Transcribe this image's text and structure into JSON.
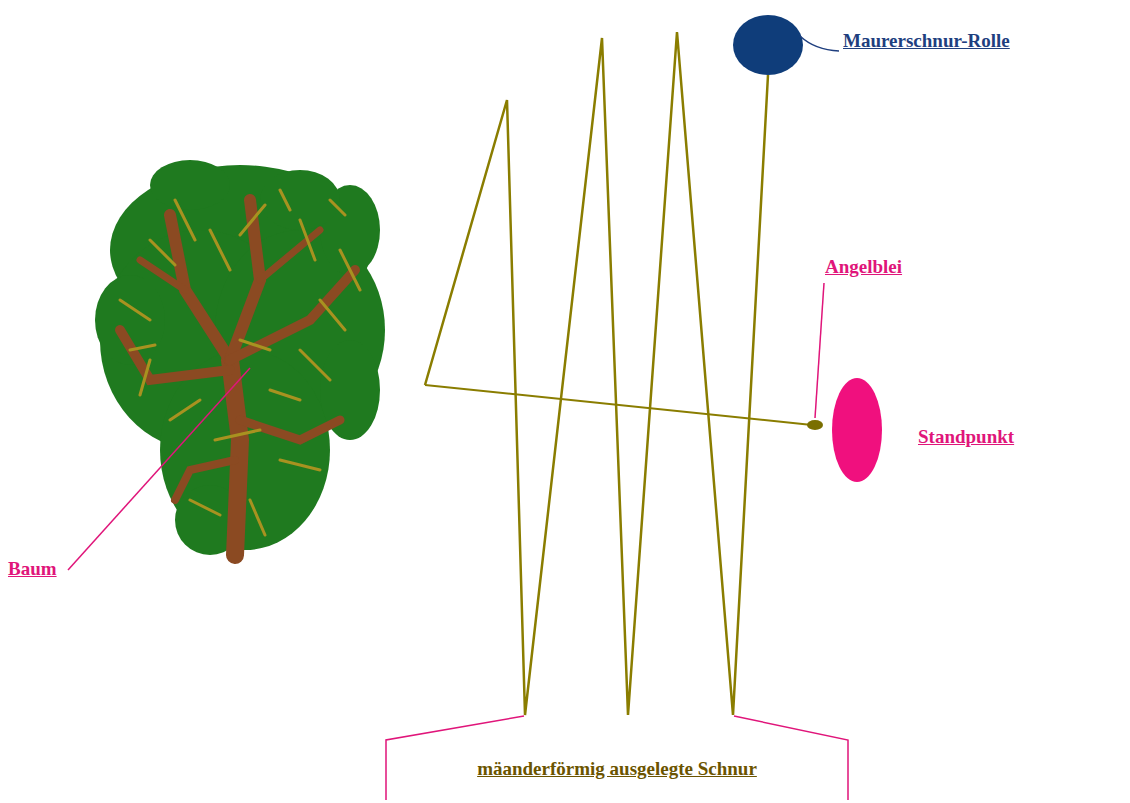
{
  "diagram": {
    "labels": [
      "Maurerschnur-Rolle",
      "Angelblei",
      "Standpunkt",
      "Baum",
      "mäanderförmig ausgelegte Schnur"
    ]
  }
}
